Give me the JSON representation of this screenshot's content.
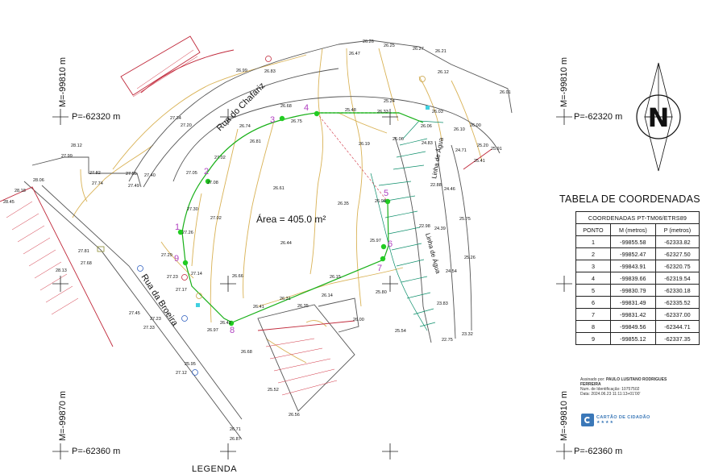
{
  "map": {
    "area_label": "Área = 405.0 m²",
    "streets": {
      "chafariz": "Rua do Chafariz",
      "broeira": "Rua da Broeira",
      "linha_agua_1": "Linha de Água",
      "linha_agua_2": "Linha de Água"
    },
    "grid": {
      "p_top": "P=-62320 m",
      "p_top_right": "P=-62320 m",
      "p_bottom": "P=-62360 m",
      "p_bottom_right": "P=-62360 m",
      "m_top_left": "M=-99810 m",
      "m_top_right": "M=-99810 m",
      "m_bottom_left": "M=-99870 m",
      "m_bottom_right": "M=-99810 m"
    },
    "north_label": "N",
    "point_labels": [
      "1",
      "2",
      "3",
      "4",
      "5",
      "6",
      "7",
      "8",
      "9"
    ],
    "elevations": [
      "26.26",
      "26.25",
      "26.27",
      "26.21",
      "26.47",
      "26.99",
      "26.83",
      "26.12",
      "26.01",
      "25.24",
      "26.68",
      "25.48",
      "26.33",
      "26.03",
      "26.75",
      "27.34",
      "27.20",
      "26.74",
      "26.00",
      "26.06",
      "26.10",
      "25.20",
      "25.91",
      "28.12",
      "27.99",
      "26.81",
      "26.19",
      "26.06",
      "24.83",
      "24.71",
      "25.41",
      "28.06",
      "27.82",
      "27.55",
      "27.40",
      "27.02",
      "27.05",
      "28.18",
      "28.45",
      "27.74",
      "27.49",
      "27.08",
      "26.61",
      "22.88",
      "24.46",
      "26.35",
      "27.30",
      "27.02",
      "26.08",
      "27.26",
      "22.98",
      "24.39",
      "25.75",
      "26.44",
      "25.97",
      "27.81",
      "27.68",
      "27.29",
      "28.13",
      "27.14",
      "27.23",
      "26.66",
      "26.15",
      "24.54",
      "25.26",
      "27.17",
      "26.41",
      "26.31",
      "26.14",
      "25.80",
      "23.83",
      "27.45",
      "27.23",
      "27.33",
      "26.35",
      "26.00",
      "26.97",
      "26.42",
      "25.54",
      "23.32",
      "22.75",
      "26.68",
      "25.95",
      "27.12",
      "25.52",
      "26.56",
      "26.71",
      "26.87"
    ],
    "legend_heading": "LEGENDA"
  },
  "coord_table": {
    "title": "TABELA DE COORDENADAS",
    "system": "COORDENADAS PT-TM06/ETRS89",
    "headers": [
      "PONTO",
      "M (metros)",
      "P (metros)"
    ],
    "rows": [
      [
        "1",
        "-99855.58",
        "-62333.82"
      ],
      [
        "2",
        "-99852.47",
        "-62327.50"
      ],
      [
        "3",
        "-99843.91",
        "-62320.75"
      ],
      [
        "4",
        "-99839.66",
        "-62319.54"
      ],
      [
        "5",
        "-99830.79",
        "-62330.18"
      ],
      [
        "6",
        "-99831.49",
        "-62335.52"
      ],
      [
        "7",
        "-99831.42",
        "-62337.00"
      ],
      [
        "8",
        "-99849.56",
        "-62344.71"
      ],
      [
        "9",
        "-99855.12",
        "-62337.35"
      ]
    ]
  },
  "signature": {
    "label": "Assinado por:",
    "name": "PAULO LUSITANO RODRIGUES FERREIRA",
    "id": "Num. de Identificação: 10757502",
    "date": "Data: 2024.06.23 11:11:13+01'00'"
  },
  "logo": {
    "text": "CARTÃO DE CIDADÃO",
    "stars": "★★★★"
  },
  "colors": {
    "parcel": "#18b018",
    "contour": "#d9b255",
    "street_edge": "#c0283a",
    "water": "#0b8e6a",
    "point_label": "#b040c0",
    "dimension": "#d03040"
  }
}
